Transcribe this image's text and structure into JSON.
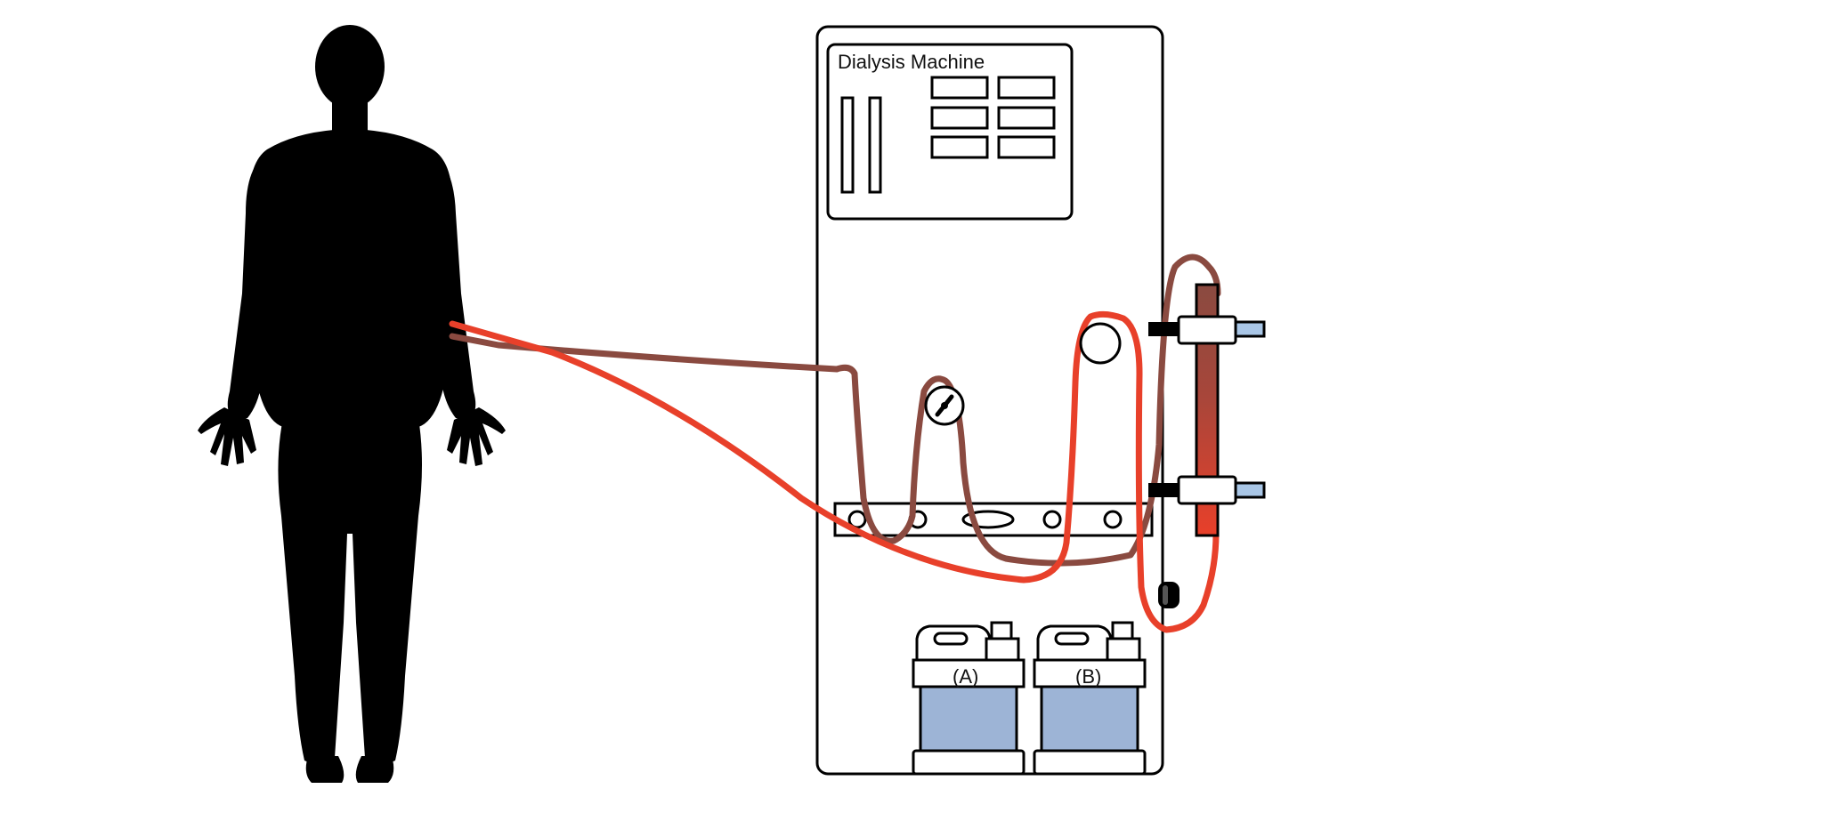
{
  "machine": {
    "title": "Dialysis Machine"
  },
  "jugs": [
    {
      "label": "(A)"
    },
    {
      "label": "(B)"
    }
  ],
  "colors": {
    "background": "#ffffff",
    "outline": "#000000",
    "silhouette": "#000000",
    "arterial_line": "#e8402a",
    "venous_line": "#8a4a40",
    "dialysate_fluid": "#9db4d6",
    "connector_port": "#a9c6e6",
    "dialyzer_top": "#8a4a40",
    "dialyzer_bottom": "#e8402a"
  },
  "icons": [
    "human-silhouette-icon",
    "dialysis-machine-icon",
    "dialyzer-icon",
    "pressure-gauge-icon",
    "blood-pump-icon",
    "dialysate-jug-icon"
  ]
}
